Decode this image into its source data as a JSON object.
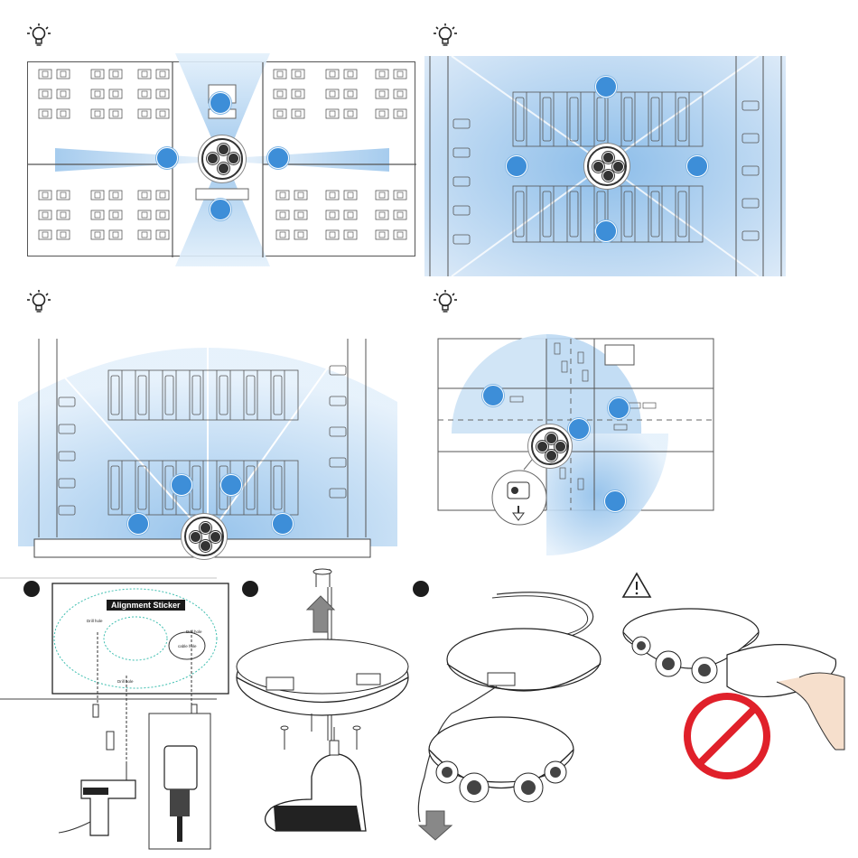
{
  "panels": {
    "office": {
      "scenario": "office"
    },
    "parking_top": {
      "scenario": "parking lot overhead"
    },
    "parking_bottom": {
      "scenario": "parking lot corner"
    },
    "intersection": {
      "scenario": "road intersection"
    }
  },
  "install": {
    "sticker": {
      "title": "Alignment Sticker",
      "drill_hole_left": "Drill hole",
      "drill_hole_right": "Drill hole",
      "drill_hole_bottom": "Drill hole",
      "cable_hole": "cable hole"
    }
  },
  "colors": {
    "coverage": "#bcd9f2",
    "coverage_edge": "#d7e9f8",
    "dot": "#3d8ed8",
    "prohibit": "#e0202a",
    "plan_line": "#555555"
  },
  "icons": [
    "lightbulb-icon",
    "warning-icon",
    "prohibit-icon",
    "arrow-up-icon",
    "arrow-down-icon"
  ]
}
